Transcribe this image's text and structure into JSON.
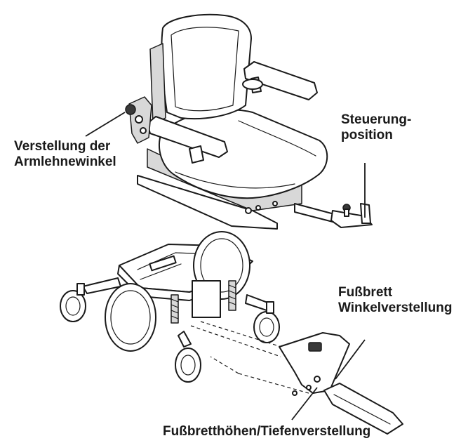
{
  "labels": {
    "armrest_angle": [
      "Verstellung der",
      "Armlehnewinkel"
    ],
    "controller_position": [
      "Steuerung-",
      "position"
    ],
    "footboard_angle": [
      "Fußbrett",
      "Winkelverstellung"
    ],
    "footboard_height_depth": "Fußbretthöhen/Tiefenverstellung"
  }
}
